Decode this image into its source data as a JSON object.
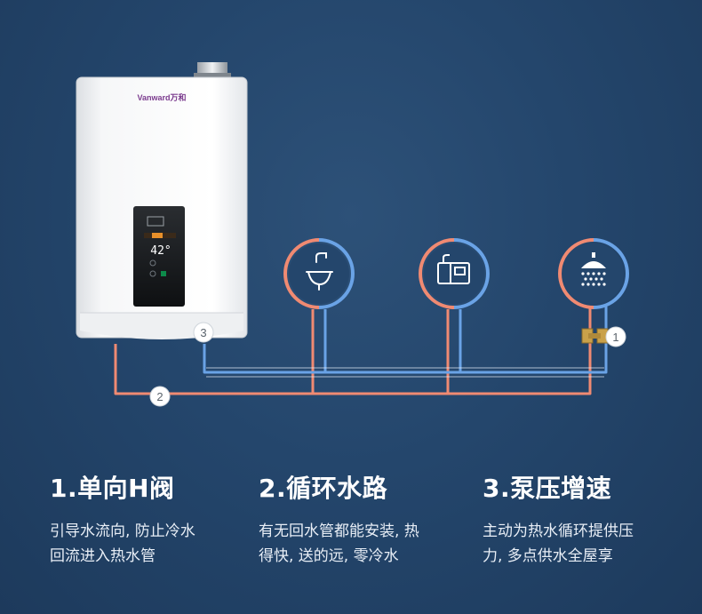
{
  "heater": {
    "brand": "Vanward万和",
    "temperature": "42°"
  },
  "markers": {
    "m1": "1",
    "m2": "2",
    "m3": "3"
  },
  "fixtures": [
    "sink-icon",
    "kitchen-cabinet-icon",
    "shower-icon"
  ],
  "colors": {
    "hot_pipe": "#f08a72",
    "cold_pipe": "#6aa3e6",
    "background": "#24466c"
  },
  "features": [
    {
      "title": "1.单向H阀",
      "desc_line1": "引导水流向, 防止冷水",
      "desc_line2": "回流进入热水管"
    },
    {
      "title": "2.循环水路",
      "desc_line1": "有无回水管都能安装, 热",
      "desc_line2": "得快, 送的远, 零冷水"
    },
    {
      "title": "3.泵压增速",
      "desc_line1": "主动为热水循环提供压",
      "desc_line2": "力, 多点供水全屋享"
    }
  ]
}
